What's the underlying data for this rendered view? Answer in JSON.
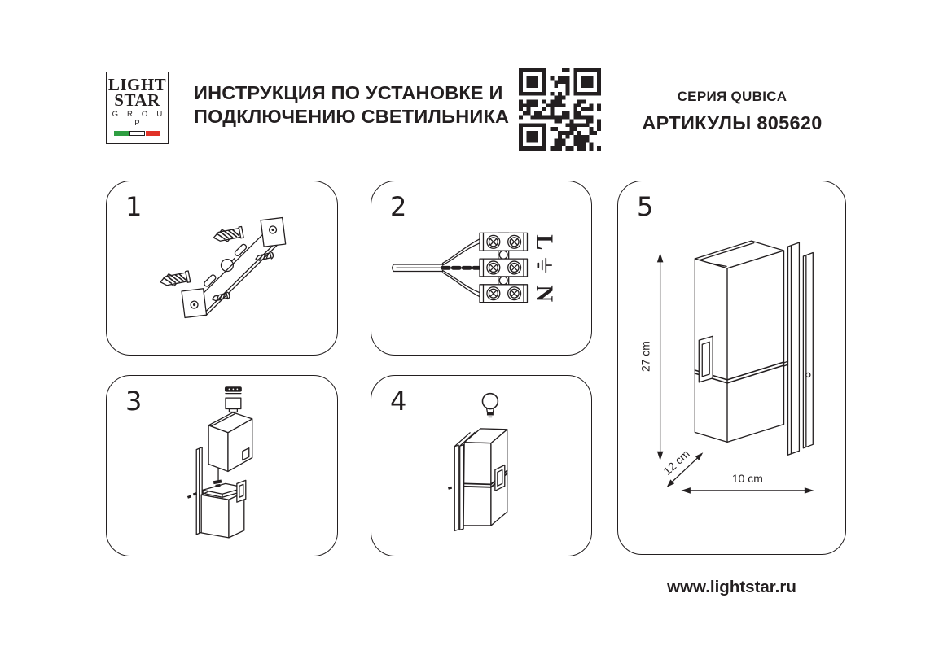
{
  "header": {
    "logo": {
      "line1": "LIGHT",
      "line2": "STAR",
      "line3": "G R O U P",
      "flag_green": "#2e9e41",
      "flag_white": "#ffffff",
      "flag_red": "#e03127"
    },
    "title_line1": "ИНСТРУКЦИЯ ПО УСТАНОВКЕ И",
    "title_line2": "ПОДКЛЮЧЕНИЮ СВЕТИЛЬНИКА",
    "qr_icon": "qr-code",
    "series": "СЕРИЯ QUBICA",
    "articles": "АРТИКУЛЫ 805620"
  },
  "steps": [
    {
      "number": "1",
      "description": "mounting-bracket-with-wall-anchors-and-screws"
    },
    {
      "number": "2",
      "description": "terminal-block-wiring",
      "terminals": {
        "live": "L",
        "earth_icon": "earth-ground-symbol",
        "neutral": "N"
      }
    },
    {
      "number": "3",
      "description": "exploded-lamp-assembly"
    },
    {
      "number": "4",
      "description": "assembled-lamp-with-bulb",
      "bulb_icon": "light-bulb"
    },
    {
      "number": "5",
      "description": "lamp-dimensions",
      "dimensions": {
        "height": "27 cm",
        "depth": "12 cm",
        "width": "10 cm"
      }
    }
  ],
  "footer": {
    "website": "www.lightstar.ru"
  },
  "colors": {
    "ink": "#231f20",
    "background": "#ffffff"
  }
}
